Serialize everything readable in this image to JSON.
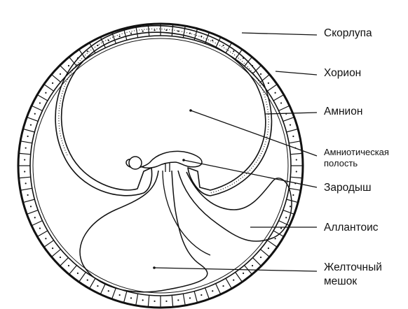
{
  "labels": {
    "shell": "Скорлупа",
    "chorion": "Хорион",
    "amnion": "Амнион",
    "amniotic_cavity_line1": "Амниотическая",
    "amniotic_cavity_line2": "полость",
    "embryo": "Зародыш",
    "allantois": "Аллантоис",
    "yolk_sac_line1": "Желточный",
    "yolk_sac_line2": "мешок"
  },
  "colors": {
    "ink": "#111111",
    "background": "#ffffff"
  }
}
